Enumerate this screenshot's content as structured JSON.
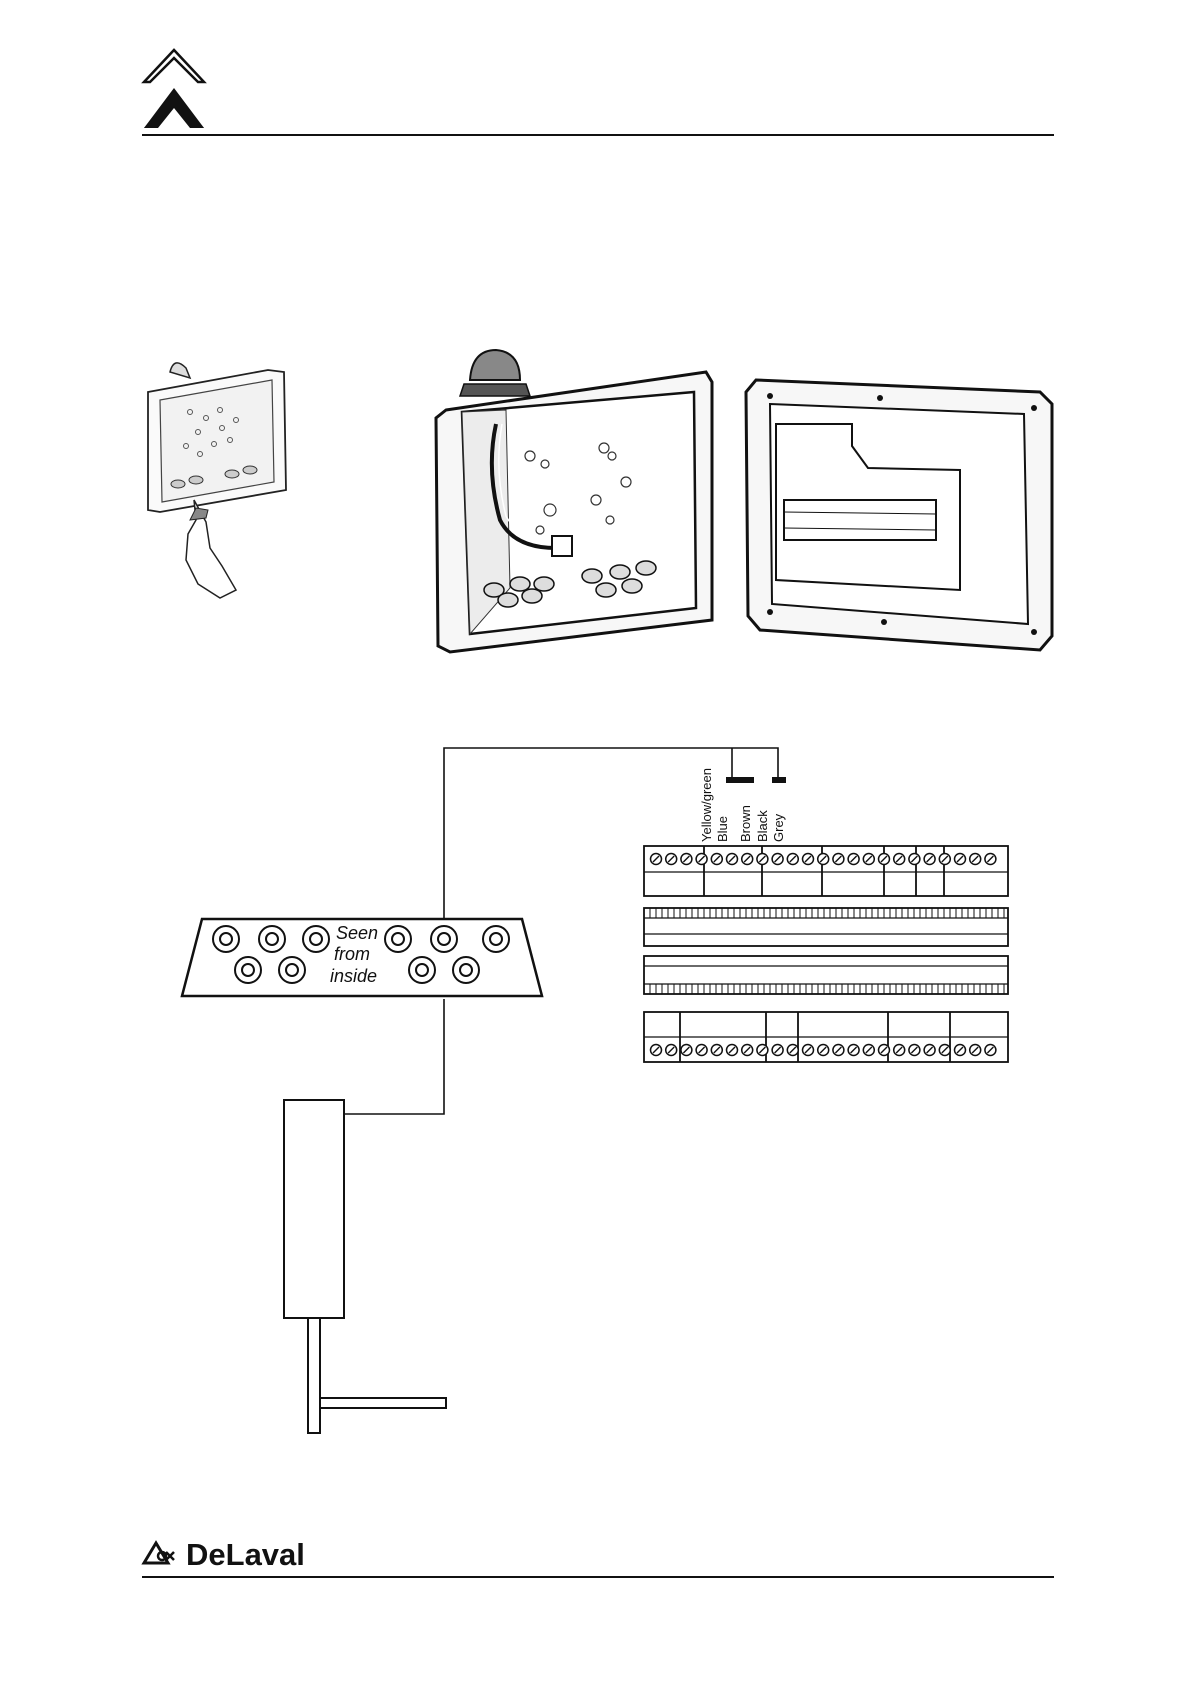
{
  "header": {
    "logo_icon": "chevron-logo-icon"
  },
  "figures": {
    "small_box": {
      "name": "hand-opening-box-illustration"
    },
    "open_box": {
      "name": "open-control-box-illustration"
    },
    "lid": {
      "name": "box-lid-with-terminal-block-illustration"
    }
  },
  "wiring": {
    "wire_labels": [
      "Yellow/green",
      "Blue",
      "Brown",
      "Black",
      "Grey"
    ],
    "gland_plate_text": [
      "Seen",
      "from",
      "inside"
    ]
  },
  "footer": {
    "brand_name": "DeLaval",
    "brand_icon": "delaval-logo-icon"
  }
}
